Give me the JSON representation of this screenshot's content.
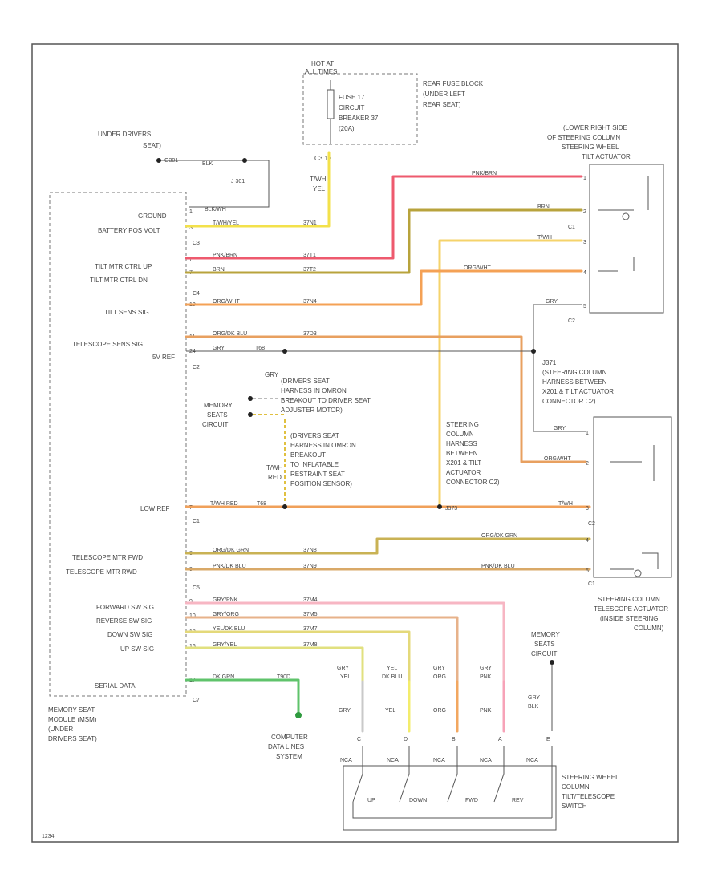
{
  "diagram": {
    "code": "1234",
    "hot_at": [
      "HOT AT",
      "ALL TIMES"
    ],
    "fuse": [
      "FUSE 17",
      "CIRCUIT",
      "BREAKER 37",
      "(20A)"
    ],
    "rear_fuse_block": [
      "REAR FUSE BLOCK",
      "(UNDER LEFT",
      "REAR SEAT)"
    ],
    "rear_fuse_conn": "C3  12",
    "fuse_wire_color": [
      "T/WH",
      "YEL"
    ],
    "under_driver_seat": [
      "UNDER DRIVERS",
      "SEAT)"
    ],
    "g_ground": "G301",
    "ground_wire": "BLK",
    "ground_wire2": "BLK/WH",
    "j_splice": "J 301",
    "module_title": [
      "MEMORY SEAT",
      "MODULE (MSM)",
      "(UNDER",
      "DRIVERS SEAT)"
    ],
    "module_pins": [
      {
        "label": "GROUND",
        "pin": "1",
        "color": "BLK/WH"
      },
      {
        "label": "BATTERY POS VOLT",
        "pin": "3",
        "color": "T/WH/YEL",
        "circuit": "37N1"
      },
      {
        "label": "TILT MTR CTRL UP",
        "pin": "7",
        "color": "PNK/BRN",
        "circuit": "37T1"
      },
      {
        "label": "TILT MTR CTRL DN",
        "pin": "7",
        "color": "BRN",
        "circuit": "37T2"
      },
      {
        "label": "TILT SENS SIG",
        "pin": "10",
        "color": "ORG/WHT",
        "circuit": "37N4"
      },
      {
        "label": "TELESCOPE SENS SIG",
        "pin": "11",
        "color": "ORG/DK BLU",
        "circuit": "37D3"
      },
      {
        "label": "5V REF",
        "pin": "24",
        "color": "GRY",
        "circuit": "T68"
      },
      {
        "label": "LOW REF",
        "pin": "7",
        "color": "T/WH RED",
        "circuit": "T68"
      },
      {
        "label": "TELESCOPE MTR FWD",
        "pin": "8",
        "color": "ORG/DK GRN",
        "circuit": "37N8"
      },
      {
        "label": "TELESCOPE MTR RWD",
        "pin": "9",
        "color": "PNK/DK BLU",
        "circuit": "37N9"
      },
      {
        "label": "FORWARD SW SIG",
        "pin": "9",
        "color": "GRY/PNK",
        "circuit": "37M4"
      },
      {
        "label": "REVERSE SW SIG",
        "pin": "10",
        "color": "GRY/ORG",
        "circuit": "37M5"
      },
      {
        "label": "DOWN SW SIG",
        "pin": "18",
        "color": "YEL/DK BLU",
        "circuit": "37M7"
      },
      {
        "label": "UP SW SIG",
        "pin": "16",
        "color": "GRY/YEL",
        "circuit": "37M8"
      },
      {
        "label": "SERIAL DATA",
        "pin": "17",
        "color": "DK GRN",
        "circuit": "T90D"
      }
    ],
    "module_connectors": [
      "C3",
      "C4",
      "C2",
      "C1",
      "C5",
      "C7"
    ],
    "steering_col_box": [
      "(LOWER RIGHT SIDE",
      "OF STEERING COLUMN",
      "STEERING WHEEL",
      "TILT ACTUATOR"
    ],
    "tilt_pins": [
      "1",
      "2",
      "3",
      "4",
      "5"
    ],
    "tilt_conn": [
      "C1",
      "C2"
    ],
    "tilt_wires": [
      "PNK/BRN",
      "BRN",
      "T/WH",
      "ORG/WHT",
      "GRY"
    ],
    "j371": [
      "J371",
      "(STEERING COLUMN",
      "HARNESS BETWEEN",
      "X201 & TILT ACTUATOR",
      "CONNECTOR C2)"
    ],
    "gry_note": [
      "GRY",
      "(DRIVERS SEAT",
      "HARNESS IN OMRON",
      "BREAKOUT TO DRIVER SEAT",
      "ADJUSTER MOTOR)"
    ],
    "memory_seats_circuit": [
      "MEMORY",
      "SEATS",
      "CIRCUIT"
    ],
    "drivers_seat_note": [
      "(DRIVERS SEAT",
      "HARNESS IN OMRON",
      "BREAKOUT",
      "TO INFLATABLE",
      "RESTRAINT SEAT",
      "POSITION SENSOR)"
    ],
    "twh_red": [
      "T/WH",
      "RED"
    ],
    "steering_col_harness": [
      "STEERING",
      "COLUMN",
      "HARNESS",
      "BETWEEN",
      "X201 & TILT",
      "ACTUATOR",
      "CONNECTOR C2)"
    ],
    "j3_splice": "J373",
    "telescope_actuator": [
      "STEERING COLUMN",
      "TELESCOPE ACTUATOR",
      "(INSIDE STEERING",
      "COLUMN)"
    ],
    "telescope_pins": [
      "1",
      "2",
      "3",
      "4",
      "5"
    ],
    "telescope_conn": [
      "C2",
      "C1"
    ],
    "right_wires": [
      "GRY",
      "ORG/WHT",
      "T/WH",
      "ORG/DK GRN",
      "PNK/DK BLU"
    ],
    "memory_seats_circuit2": [
      "MEMORY",
      "SEATS",
      "CIRCUIT"
    ],
    "switch_wires_top": [
      [
        "GRY",
        "YEL"
      ],
      [
        "YEL",
        "DK BLU"
      ],
      [
        "GRY",
        "ORG"
      ],
      [
        "GRY",
        "PNK"
      ],
      [
        "GRY",
        "BLK"
      ]
    ],
    "switch_wires_bottom": [
      "GRY",
      "YEL",
      "ORG",
      "PNK"
    ],
    "switch_pins": [
      "C",
      "D",
      "B",
      "A",
      "E"
    ],
    "switch_title": [
      "STEERING WHEEL",
      "COLUMN",
      "TILT/TELESCOPE",
      "SWITCH"
    ],
    "switch_labels": [
      "NCA",
      "NCA",
      "NCA",
      "NCA",
      "NCA"
    ],
    "switch_dirs": [
      "UP",
      "DOWN",
      "FWD",
      "REV"
    ],
    "computer_data": [
      "COMPUTER",
      "DATA LINES",
      "SYSTEM"
    ]
  }
}
